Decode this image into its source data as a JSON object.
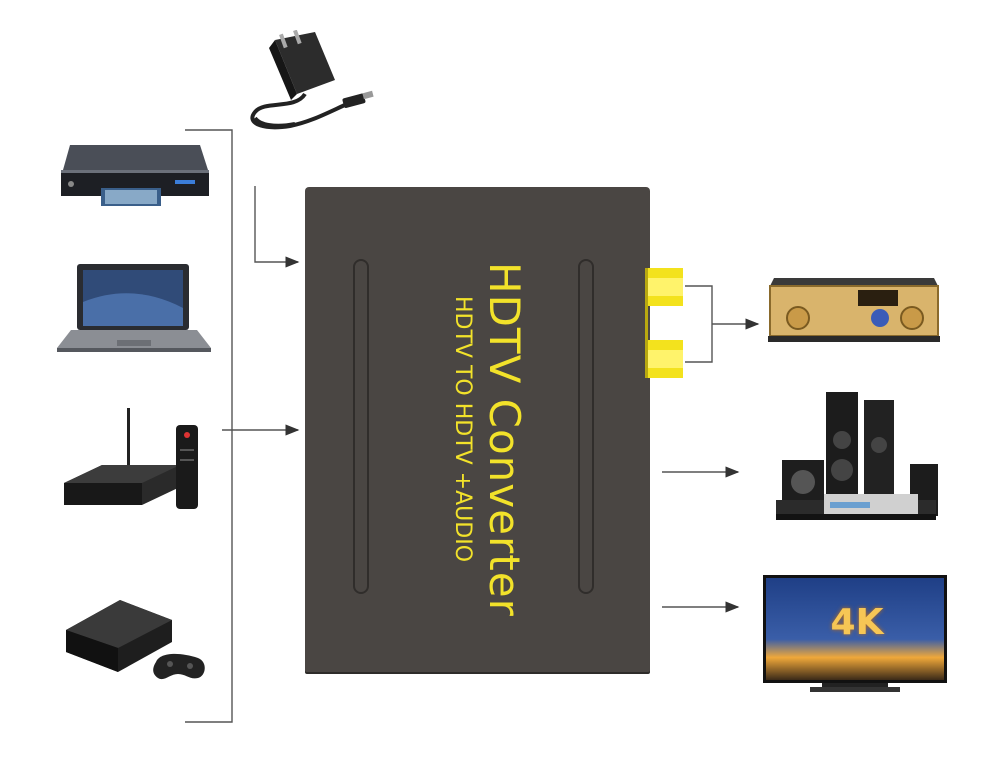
{
  "device": {
    "title": "HDTV Converter",
    "subtitle": "HDTV TO HDTV +AUDIO"
  },
  "inputs": [
    "blu-ray player",
    "laptop",
    "android tv box with remote",
    "game console with controller"
  ],
  "outputs": [
    "amplifier",
    "home theater speakers",
    "4K television"
  ],
  "tv_screen_text": "4K",
  "colors": {
    "box": "#4a4643",
    "text": "#f2e22a",
    "rca": "#f3e21d",
    "lines": "#555555"
  }
}
